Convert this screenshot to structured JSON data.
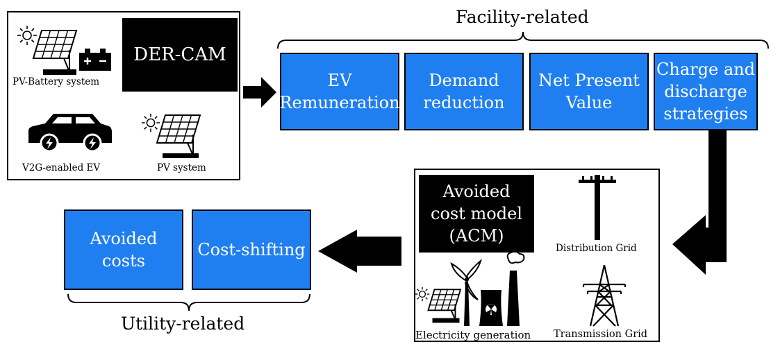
{
  "der_panel": {
    "title": "DER-CAM",
    "pv_battery_label": "PV-Battery system",
    "ev_label": "V2G-enabled EV",
    "pv_label": "PV system"
  },
  "facility": {
    "heading": "Facility-related",
    "boxes": [
      {
        "label": "EV\nRemuneration"
      },
      {
        "label": "Demand\nreduction"
      },
      {
        "label": "Net Present\nValue"
      },
      {
        "label": "Charge and\ndischarge\nstrategies"
      }
    ]
  },
  "acm_panel": {
    "title": "Avoided\ncost model\n(ACM)",
    "distribution_label": "Distribution Grid",
    "generation_label": "Electricity generation",
    "transmission_label": "Transmission Grid"
  },
  "utility": {
    "heading": "Utility-related",
    "boxes": [
      {
        "label": "Avoided\ncosts"
      },
      {
        "label": "Cost-shifting"
      }
    ]
  },
  "colors": {
    "box_fill": "#1f7ff0",
    "title_fill": "#000000"
  }
}
